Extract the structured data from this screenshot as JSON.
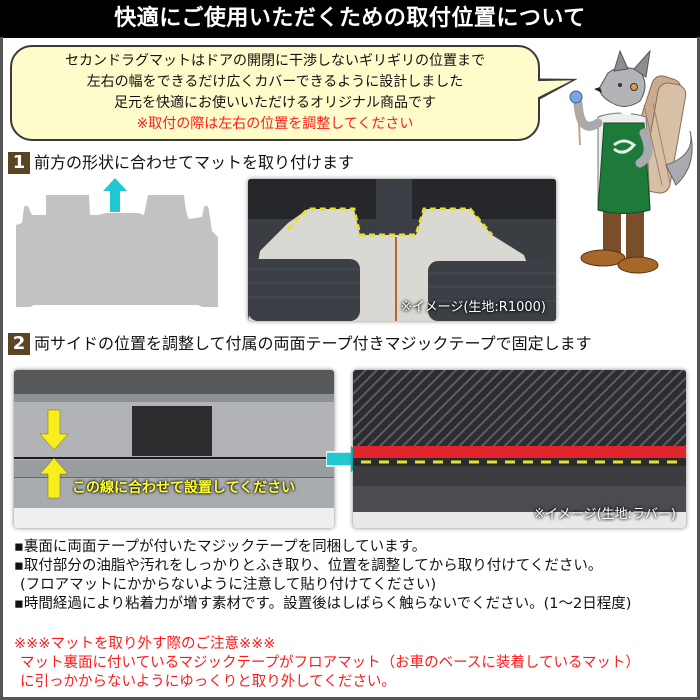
{
  "header": {
    "title": "快適にご使用いただくための取付位置について"
  },
  "intro_bubble": {
    "lines": [
      "セカンドラグマットはドアの開閉に干渉しないギリギリの位置まで",
      "左右の幅をできるだけ広くカバーできるように設計しました",
      "足元を快適にお使いいただけるオリジナル商品です"
    ],
    "warning": "※取付の際は左右の位置を調整してください"
  },
  "mascot": {
    "description": "wolf-mascot-holding-rolled-rugs"
  },
  "step1": {
    "number": "1",
    "heading": "前方の形状に合わせてマットを取り付けます",
    "photo_caption": "※イメージ(生地:R1000)",
    "icons": {
      "arrow": "arrow-up-icon"
    }
  },
  "step2": {
    "number": "2",
    "heading": "両サイドの位置を調整して付属の両面テープ付きマジックテープで固定します",
    "left_photo_label": "この線に合わせて設置してください",
    "right_photo_caption": "※イメージ(生地:ラバー)",
    "icons": {
      "arrow": "arrow-right-icon"
    }
  },
  "bullets": [
    "▪裏面に両面テープが付いたマジックテープを同梱しています。",
    "▪取付部分の油脂や汚れをしっかりとふき取り、位置を調整してから取り付けてください。",
    "(フロアマットにかからないように注意して貼り付けてください)",
    "▪時間経過により粘着力が増す素材です。設置後はしばらく触らないでください。(1～2日程度)"
  ],
  "notice": {
    "title": "※※※マットを取り外す際のご注意※※※",
    "lines": [
      "マット裏面に付いているマジックテープがフロアマット（お車のベースに装着しているマット）",
      "に引っかからないようにゆっくりと取り外してください。"
    ]
  },
  "colors": {
    "title_bg": "#000000",
    "bubble_bg": "#fffccb",
    "warning_red": "#ff1a1a",
    "step_badge": "#5a4424",
    "arrow_cyan": "#22c8d0",
    "guide_yellow": "#ffff33",
    "mat_gray": "#c2c2c2"
  }
}
